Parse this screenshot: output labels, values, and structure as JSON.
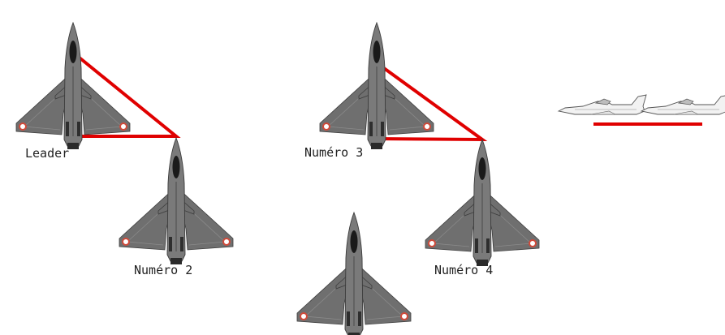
{
  "labels": {
    "leader": "Leader",
    "numero2": "Numéro 2",
    "numero3": "Numéro 3",
    "numero4": "Numéro 4"
  },
  "icons": {
    "top_view": "fighter-jet-top-view-icon",
    "side_view": "fighter-jet-side-view-icon"
  },
  "colors": {
    "line": "#e00000",
    "jet_body": "#6f6f6f",
    "jet_dark": "#3c3c3c",
    "roundel_outer": "#d04a3a"
  }
}
